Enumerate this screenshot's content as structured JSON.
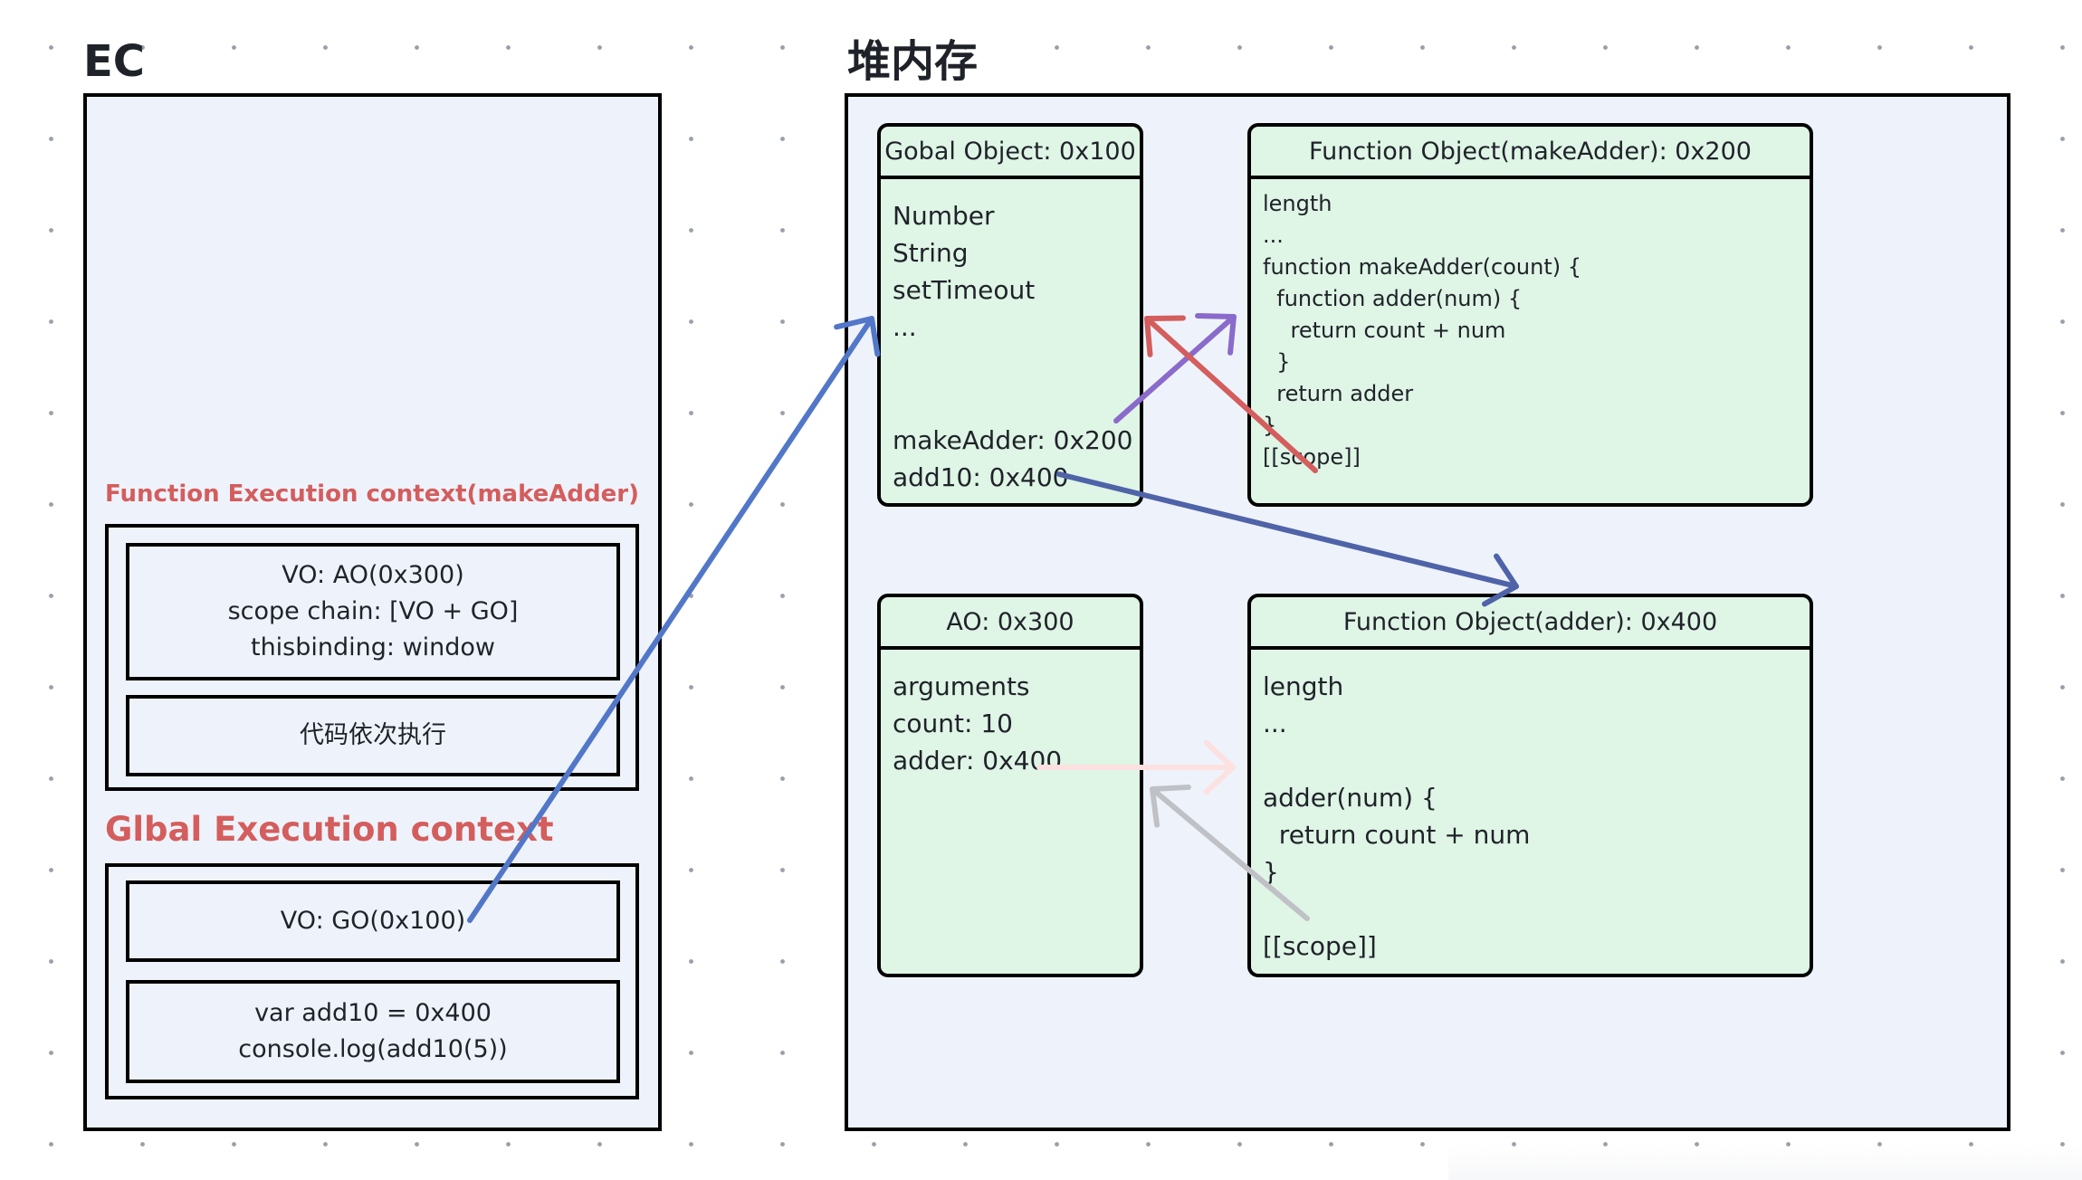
{
  "ec": {
    "title": "EC",
    "function_context": {
      "label": "Function Execution context(makeAdder)",
      "vo_lines": [
        "VO: AO(0x300)",
        "scope chain: [VO + GO]",
        "thisbinding: window"
      ],
      "code_lines": [
        "代码依次执行"
      ]
    },
    "global_context": {
      "label": "Glbal Execution context",
      "vo_lines": [
        "VO: GO(0x100)"
      ],
      "code_lines": [
        "var add10 = 0x400",
        "console.log(add10(5))"
      ]
    }
  },
  "heap": {
    "title": "堆内存",
    "global_object": {
      "header": "Gobal Object: 0x100",
      "lines": [
        "Number",
        "String",
        "setTimeout",
        "...",
        "",
        "",
        "makeAdder: 0x200",
        "add10: 0x400"
      ]
    },
    "function_makeadder": {
      "header": "Function Object(makeAdder): 0x200",
      "lines": [
        "length",
        "...",
        "function makeAdder(count) {",
        "  function adder(num) {",
        "    return count + num",
        "  }",
        "  return adder",
        "}",
        "[[scope]]"
      ]
    },
    "ao": {
      "header": "AO: 0x300",
      "lines": [
        "arguments",
        "count: 10",
        "adder: 0x400"
      ]
    },
    "function_adder": {
      "header": "Function Object(adder): 0x400",
      "lines": [
        "length",
        "...",
        "",
        "adder(num) {",
        "  return count + num",
        "}",
        "",
        "[[scope]]"
      ]
    }
  },
  "colors": {
    "section_label": "#d45d5d",
    "object_fill": "#dff5e6",
    "panel_fill": "#eef3fb",
    "arrow_go": "#5277c9",
    "arrow_makeadder": "#8a6acb",
    "arrow_scope_makeadder": "#d45d5d",
    "arrow_add10": "#4f63a8",
    "arrow_adder": "#fde0e0",
    "arrow_scope_adder": "#bfc1c6"
  },
  "arrows": [
    {
      "name": "arrow-go-to-global-object",
      "from": "VO: GO(0x100)",
      "to": "Gobal Object: 0x100",
      "color_key": "arrow_go"
    },
    {
      "name": "arrow-makeadder-to-function-object",
      "from": "makeAdder: 0x200",
      "to": "Function Object(makeAdder): 0x200",
      "color_key": "arrow_makeadder"
    },
    {
      "name": "arrow-scope-to-global-object",
      "from": "[[scope]] (makeAdder)",
      "to": "Gobal Object: 0x100",
      "color_key": "arrow_scope_makeadder"
    },
    {
      "name": "arrow-add10-to-adder-object",
      "from": "add10: 0x400",
      "to": "Function Object(adder): 0x400",
      "color_key": "arrow_add10"
    },
    {
      "name": "arrow-adder-to-adder-object",
      "from": "adder: 0x400",
      "to": "Function Object(adder): 0x400",
      "color_key": "arrow_adder"
    },
    {
      "name": "arrow-scope-to-ao",
      "from": "[[scope]] (adder)",
      "to": "AO: 0x300",
      "color_key": "arrow_scope_adder"
    }
  ]
}
